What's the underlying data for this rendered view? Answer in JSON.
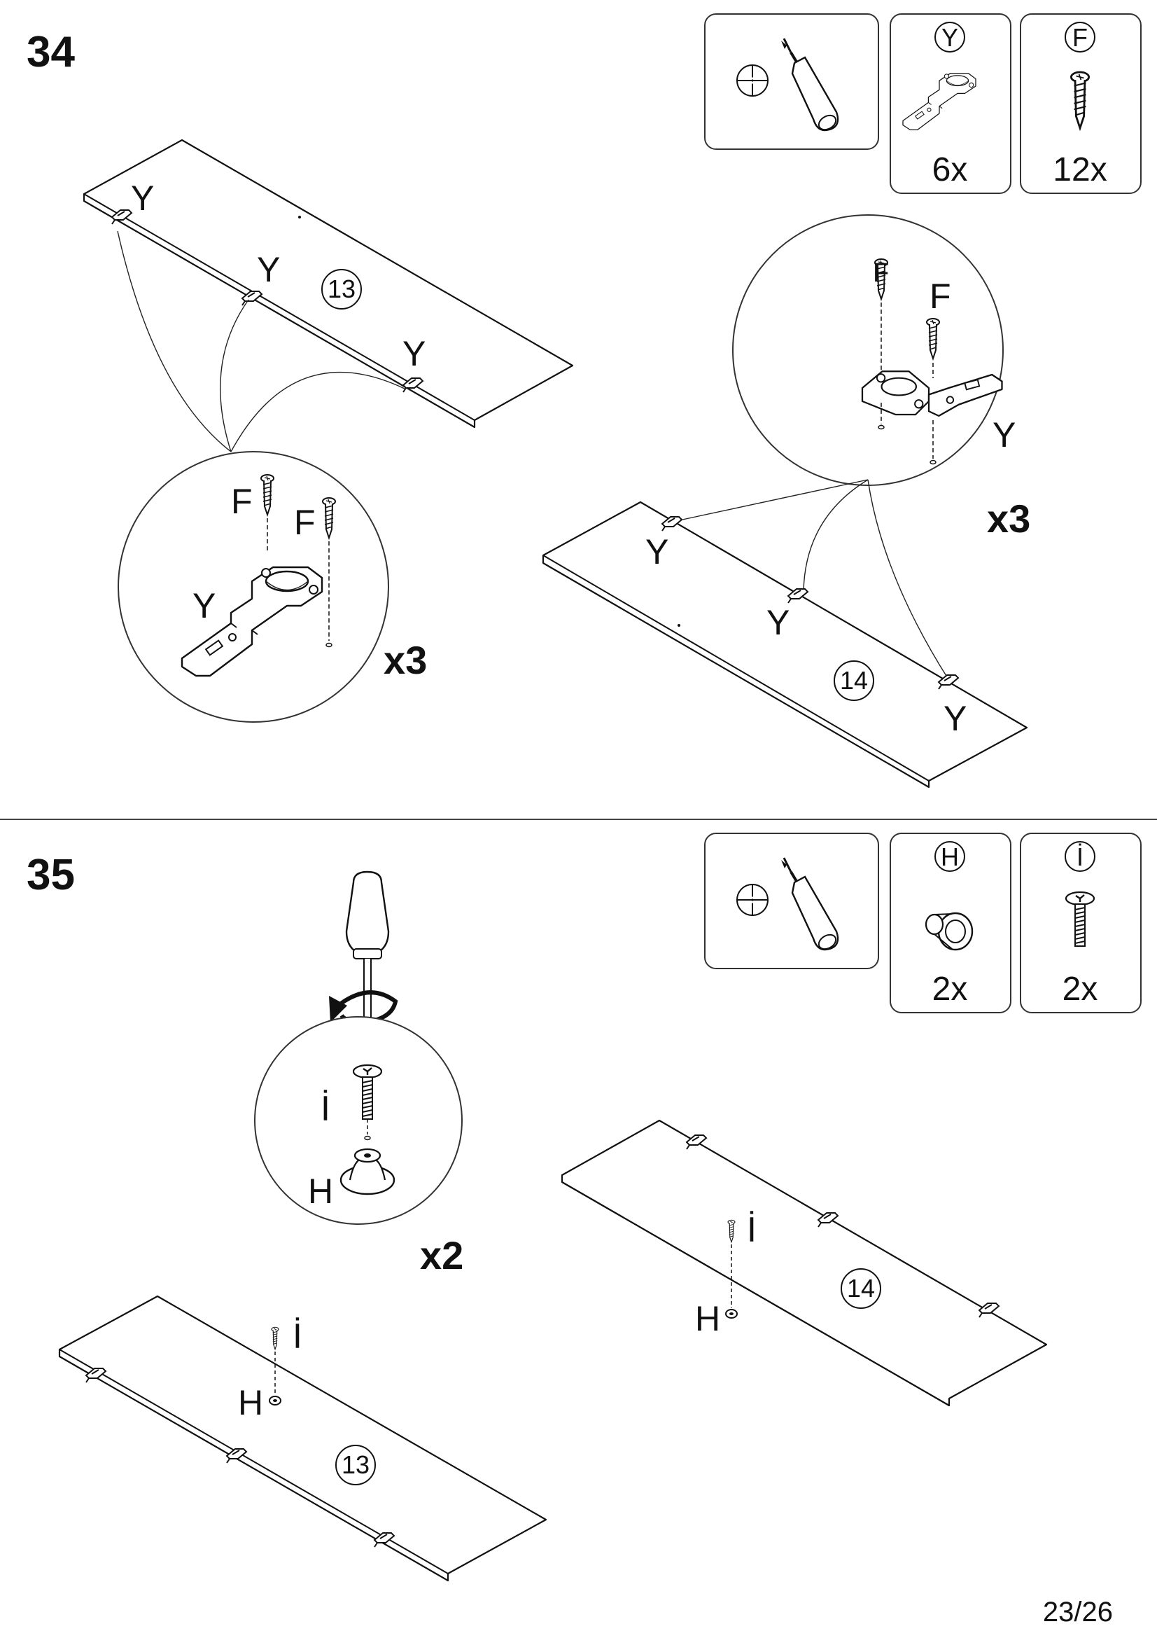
{
  "steps": [
    {
      "number": "34",
      "tools": {
        "screwdriver": "phillips-screwdriver-icon"
      },
      "parts": [
        {
          "id": "Y",
          "qty": "6x",
          "icon": "hinge-icon"
        },
        {
          "id": "F",
          "qty": "12x",
          "icon": "screw-icon"
        }
      ],
      "labels": {
        "hinge": "Y",
        "screw": "F",
        "multiplier_left": "x3",
        "multiplier_right": "x3",
        "panel_a": "13",
        "panel_b": "14"
      }
    },
    {
      "number": "35",
      "tools": {
        "screwdriver": "phillips-screwdriver-icon"
      },
      "parts": [
        {
          "id": "H",
          "qty": "2x",
          "icon": "knob-icon"
        },
        {
          "id": "İ",
          "qty": "2x",
          "icon": "bolt-icon"
        }
      ],
      "labels": {
        "knob": "H",
        "bolt": "İ",
        "multiplier": "x2",
        "panel_a": "13",
        "panel_b": "14"
      }
    }
  ],
  "page": {
    "number": "23/26"
  }
}
